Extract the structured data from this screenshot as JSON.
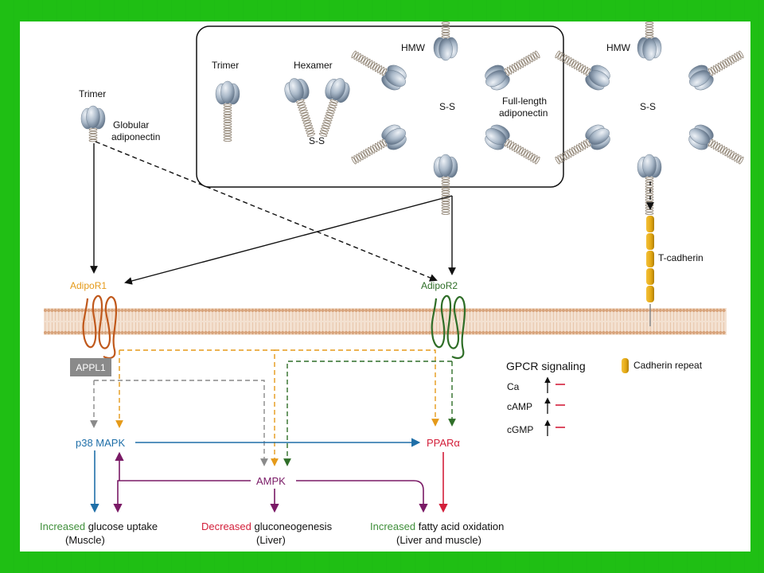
{
  "colors": {
    "green_bg": "#1fbf14",
    "orange": "#e59a19",
    "dark_green": "#2f6e28",
    "blue": "#1f6fa8",
    "red": "#d31f3a",
    "purple": "#7a1a66",
    "gray": "#8a8a8a",
    "membrane": "#d8a47c",
    "increased_text": "#3f8f3a"
  },
  "oligomers": {
    "trimer_label": "Trimer",
    "hexamer_label": "Hexamer",
    "hexamer_ss": "S-S",
    "hmw_label": "HMW",
    "hmw_ss": "S-S",
    "full_length_line1": "Full-length",
    "full_length_line2": "adiponectin",
    "hmw2_label": "HMW",
    "hmw2_ss": "S-S"
  },
  "globular": {
    "trimer_label": "Trimer",
    "line1": "Globular",
    "line2": "adiponectin"
  },
  "receptors": {
    "adipor1": "AdipoR1",
    "adipor2": "AdipoR2",
    "t_cadherin": "T-cadherin",
    "appl1": "APPL1"
  },
  "legend": {
    "gpcr_title": "GPCR signaling",
    "ca": "Ca",
    "camp": "cAMP",
    "cgmp": "cGMP",
    "cadherin_repeat": "Cadherin repeat"
  },
  "signaling": {
    "p38": "p38 MAPK",
    "ppar": "PPARα",
    "ampk": "AMPK"
  },
  "outcomes": {
    "glucose_word": "Increased",
    "glucose_rest": " glucose uptake",
    "glucose_tissue": "(Muscle)",
    "gluco_word": "Decreased",
    "gluco_rest": " gluconeogenesis",
    "gluco_tissue": "(Liver)",
    "fatty_word": "Increased",
    "fatty_rest": " fatty acid oxidation",
    "fatty_tissue": "(Liver and muscle)"
  }
}
